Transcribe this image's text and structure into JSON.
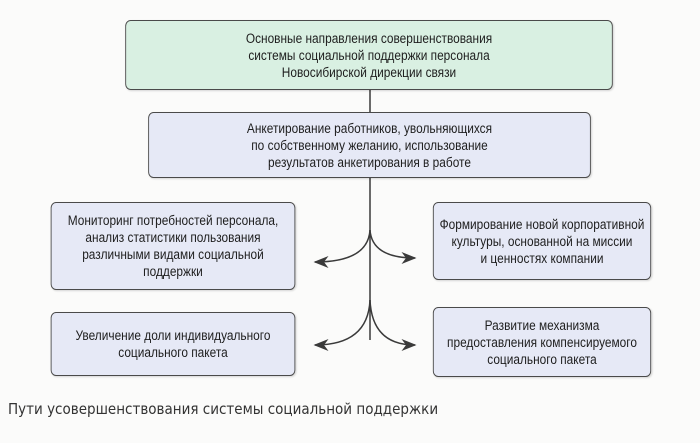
{
  "diagram": {
    "root": "Основные направления совершенствования\nсистемы социальной поддержки персонала\nНовосибирской дирекции связи",
    "second": "Анкетирование работников, увольняющихся\nпо собственному желанию, использование\nрезультатов анкетирования в работе",
    "left_1": "Мониторинг потребностей персонала,\nанализ статистики пользования\nразличными видами социальной\nподдержки",
    "right_1": "Формирование новой корпоративной\nкультуры, основанной на миссии\nи ценностях компании",
    "left_2": "Увеличение доли индивидуального\nсоциального пакета",
    "right_2": "Развитие механизма\nпредоставления компенсируемого\nсоциального пакета"
  },
  "caption": "Пути усовершенствования системы социальной поддержки",
  "colors": {
    "root_fill": "#d9f0e2",
    "box_fill": "#e6e9f6",
    "line": "#3a3a3a"
  }
}
